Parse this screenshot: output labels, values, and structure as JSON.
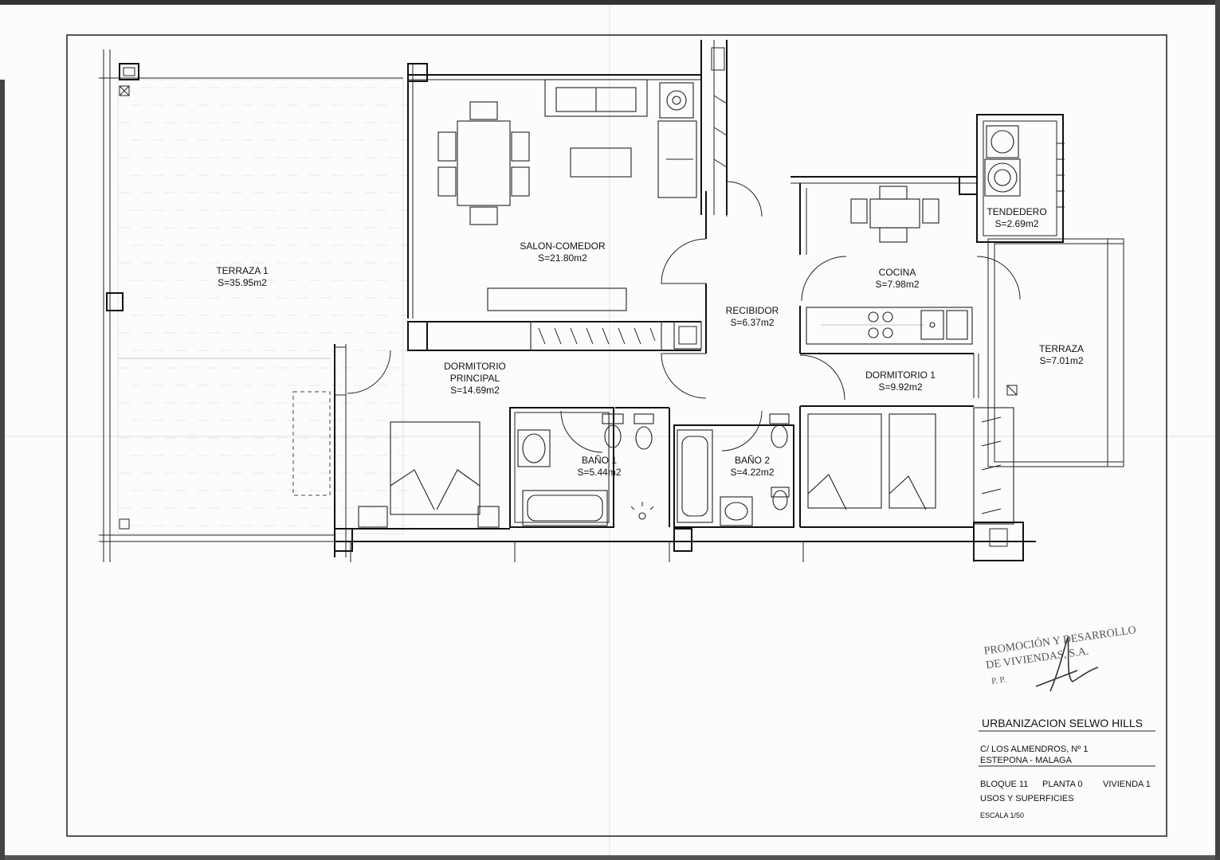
{
  "rooms": {
    "terraza1": {
      "name": "TERRAZA 1",
      "area": "S=35.95m2"
    },
    "salon": {
      "name": "SALON-COMEDOR",
      "area": "S=21.80m2"
    },
    "recibidor": {
      "name": "RECIBIDOR",
      "area": "S=6.37m2"
    },
    "cocina": {
      "name": "COCINA",
      "area": "S=7.98m2"
    },
    "tendedero": {
      "name": "TENDEDERO",
      "area": "S=2.69m2"
    },
    "terraza": {
      "name": "TERRAZA",
      "area": "S=7.01m2"
    },
    "dormitorio_principal": {
      "name_line1": "DORMITORIO",
      "name_line2": "PRINCIPAL",
      "area": "S=14.69m2"
    },
    "dormitorio1": {
      "name": "DORMITORIO 1",
      "area": "S=9.92m2"
    },
    "bano1": {
      "name": "BAÑO 1",
      "area": "S=5.44m2"
    },
    "bano2": {
      "name": "BAÑO 2",
      "area": "S=4.22m2"
    }
  },
  "stamp": {
    "line1": "PROMOCIÓN Y DESARROLLO",
    "line2": "DE VIVIENDAS, S.A.",
    "line3": "P. P."
  },
  "title_block": {
    "project": "URBANIZACION SELWO HILLS",
    "address1": "C/ LOS ALMENDROS, Nº 1",
    "address2": "ESTEPONA  -  MALAGA",
    "bloque": "BLOQUE 11",
    "planta": "PLANTA 0",
    "vivienda": "VIVIENDA 1",
    "subject": "USOS Y SUPERFICIES",
    "scale": "ESCALA 1/50"
  }
}
